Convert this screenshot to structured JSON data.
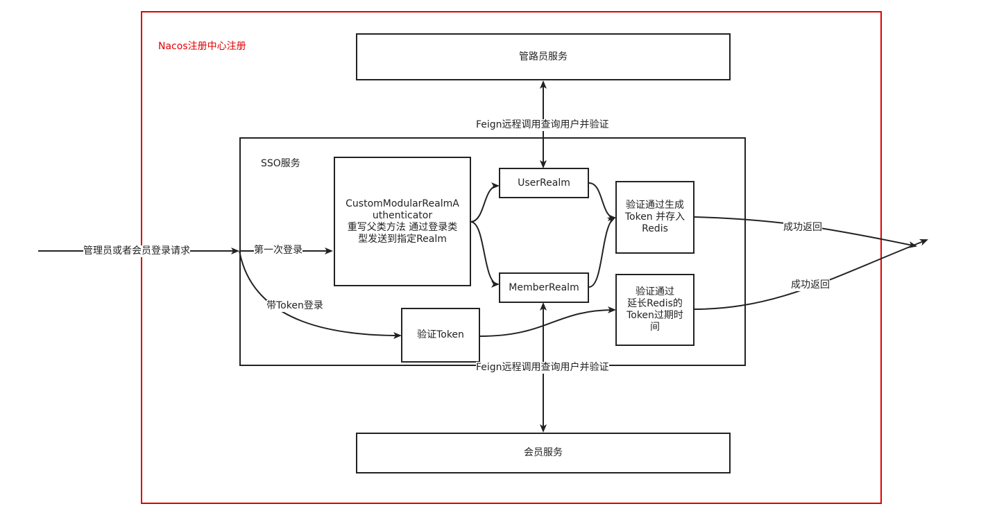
{
  "nacos_region": {
    "label": "Nacos注册中心注册"
  },
  "sso_region": {
    "label": "SSO服务"
  },
  "nodes": {
    "admin_service": "管路员服务",
    "member_service": "会员服务",
    "authenticator": "CustomModularRealmA\nuthenticator\n重写父类方法 通过登录类\n型发送到指定Realm",
    "user_realm": "UserRealm",
    "member_realm": "MemberRealm",
    "verify_token": "验证Token",
    "gen_token": "验证通过生成\nToken 并存入\nRedis",
    "extend_token": "验证通过\n延长Redis的\nToken过期时\n间"
  },
  "edge_labels": {
    "login_request": "管理员或者会员登录请求",
    "first_login": "第一次登录",
    "token_login": "带Token登录",
    "feign_top": "Feign远程调用查询用户并验证",
    "feign_bottom": "Feign远程调用查询用户并验证",
    "success_top": "成功返回",
    "success_bottom": "成功返回"
  }
}
